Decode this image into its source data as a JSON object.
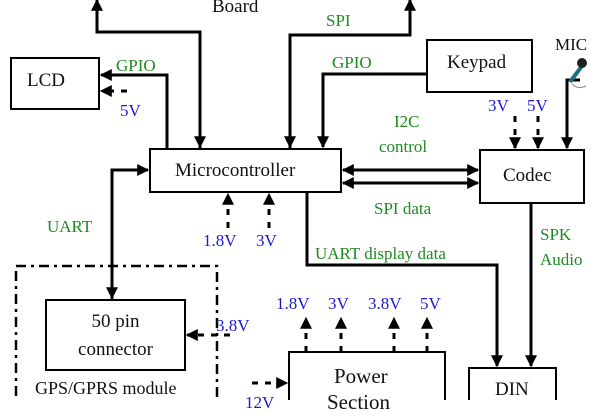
{
  "colors": {
    "signal_label": "#1f8a1f",
    "voltage_label": "#1a1ad6",
    "block_text": "#111111",
    "lines": "#000000"
  },
  "blocks": {
    "board": "Board",
    "lcd": "LCD",
    "keypad": "Keypad",
    "mic": "MIC",
    "microcontroller": "Microcontroller",
    "codec": "Codec",
    "connector_line1": "50 pin",
    "connector_line2": "connector",
    "gps_module": "GPS/GPRS module",
    "power_line1": "Power",
    "power_line2": "Section",
    "din": "DIN"
  },
  "signals": {
    "lcd_gpio": "GPIO",
    "spi": "SPI",
    "keypad_gpio": "GPIO",
    "i2c_line1": "I2C",
    "i2c_line2": "control",
    "spi_data": "SPI data",
    "uart": "UART",
    "uart_display": "UART display data",
    "spk_line1": "SPK",
    "spk_line2": "Audio"
  },
  "voltages": {
    "lcd_5v": "5V",
    "codec_3v": "3V",
    "codec_5v": "5V",
    "mcu_1_8v": "1.8V",
    "mcu_3v": "3V",
    "connector_3_8v": "3.8V",
    "power_out_1_8v": "1.8V",
    "power_out_3v": "3V",
    "power_out_3_8v": "3.8V",
    "power_out_5v": "5V",
    "power_in_12v": "12V"
  }
}
